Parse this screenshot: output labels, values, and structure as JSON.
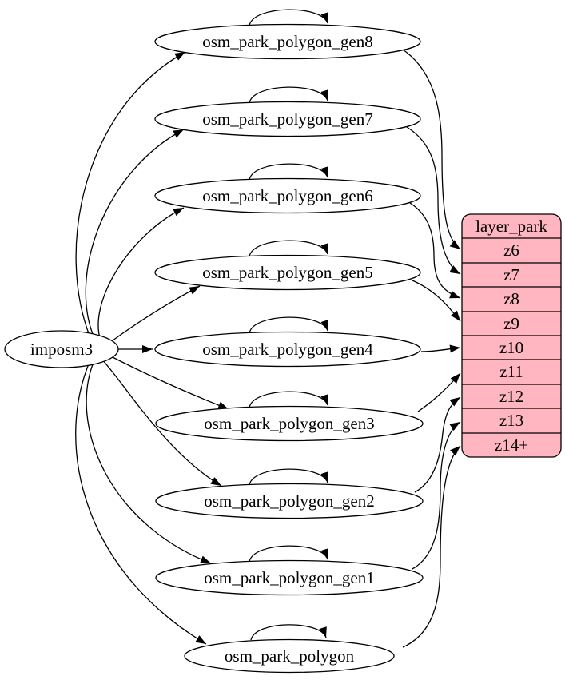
{
  "graph": {
    "source_node": {
      "label": "imposm3"
    },
    "table_nodes": [
      {
        "label": "osm_park_polygon_gen8",
        "feeds_zoom": "z6"
      },
      {
        "label": "osm_park_polygon_gen7",
        "feeds_zoom": "z7"
      },
      {
        "label": "osm_park_polygon_gen6",
        "feeds_zoom": "z8"
      },
      {
        "label": "osm_park_polygon_gen5",
        "feeds_zoom": "z9"
      },
      {
        "label": "osm_park_polygon_gen4",
        "feeds_zoom": "z10"
      },
      {
        "label": "osm_park_polygon_gen3",
        "feeds_zoom": "z11"
      },
      {
        "label": "osm_park_polygon_gen2",
        "feeds_zoom": "z12"
      },
      {
        "label": "osm_park_polygon_gen1",
        "feeds_zoom": "z13"
      },
      {
        "label": "osm_park_polygon",
        "feeds_zoom": "z14+"
      }
    ],
    "layer_node": {
      "title": "layer_park",
      "zoom_rows": [
        "z6",
        "z7",
        "z8",
        "z9",
        "z10",
        "z11",
        "z12",
        "z13",
        "z14+"
      ]
    },
    "colors": {
      "layer_fill": "#ffb6c1",
      "node_fill": "#ffffff",
      "stroke": "#000000"
    }
  }
}
